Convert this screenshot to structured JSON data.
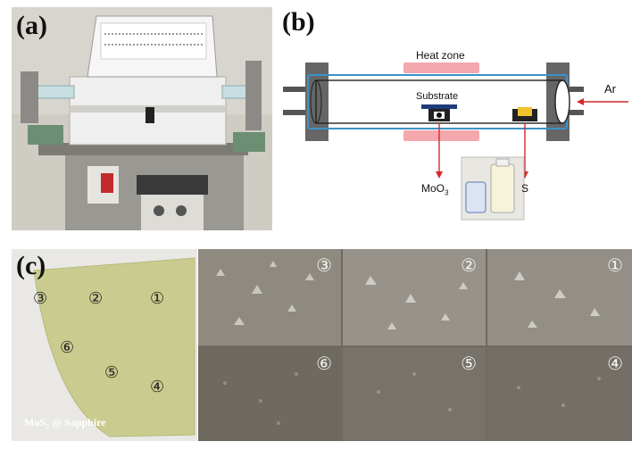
{
  "panels": {
    "a": {
      "label": "(a)"
    },
    "b": {
      "label": "(b)",
      "heat_zone": "Heat zone",
      "substrate": "Substrate",
      "gas": "Ar",
      "precursor_1": {
        "base": "MoO",
        "sub": "3"
      },
      "precursor_2": "S"
    },
    "c": {
      "label": "(c)",
      "caption": {
        "base": "MoS",
        "sub": "2",
        "rest": " @ Sapphire"
      },
      "sample_positions": [
        "③",
        "②",
        "①",
        "⑥",
        "⑤",
        "④"
      ],
      "micrograph_labels": [
        "③",
        "②",
        "①",
        "⑥",
        "⑤",
        "④"
      ]
    }
  },
  "colors": {
    "heat_zone": "#f4a7ad",
    "arrow_red": "#d9262b",
    "tube_blue": "#3b93c9",
    "substrate_holder": "#1f3a7a",
    "sulfur_yellow": "#f2c12e",
    "sample_green": "#c9cc8e"
  }
}
